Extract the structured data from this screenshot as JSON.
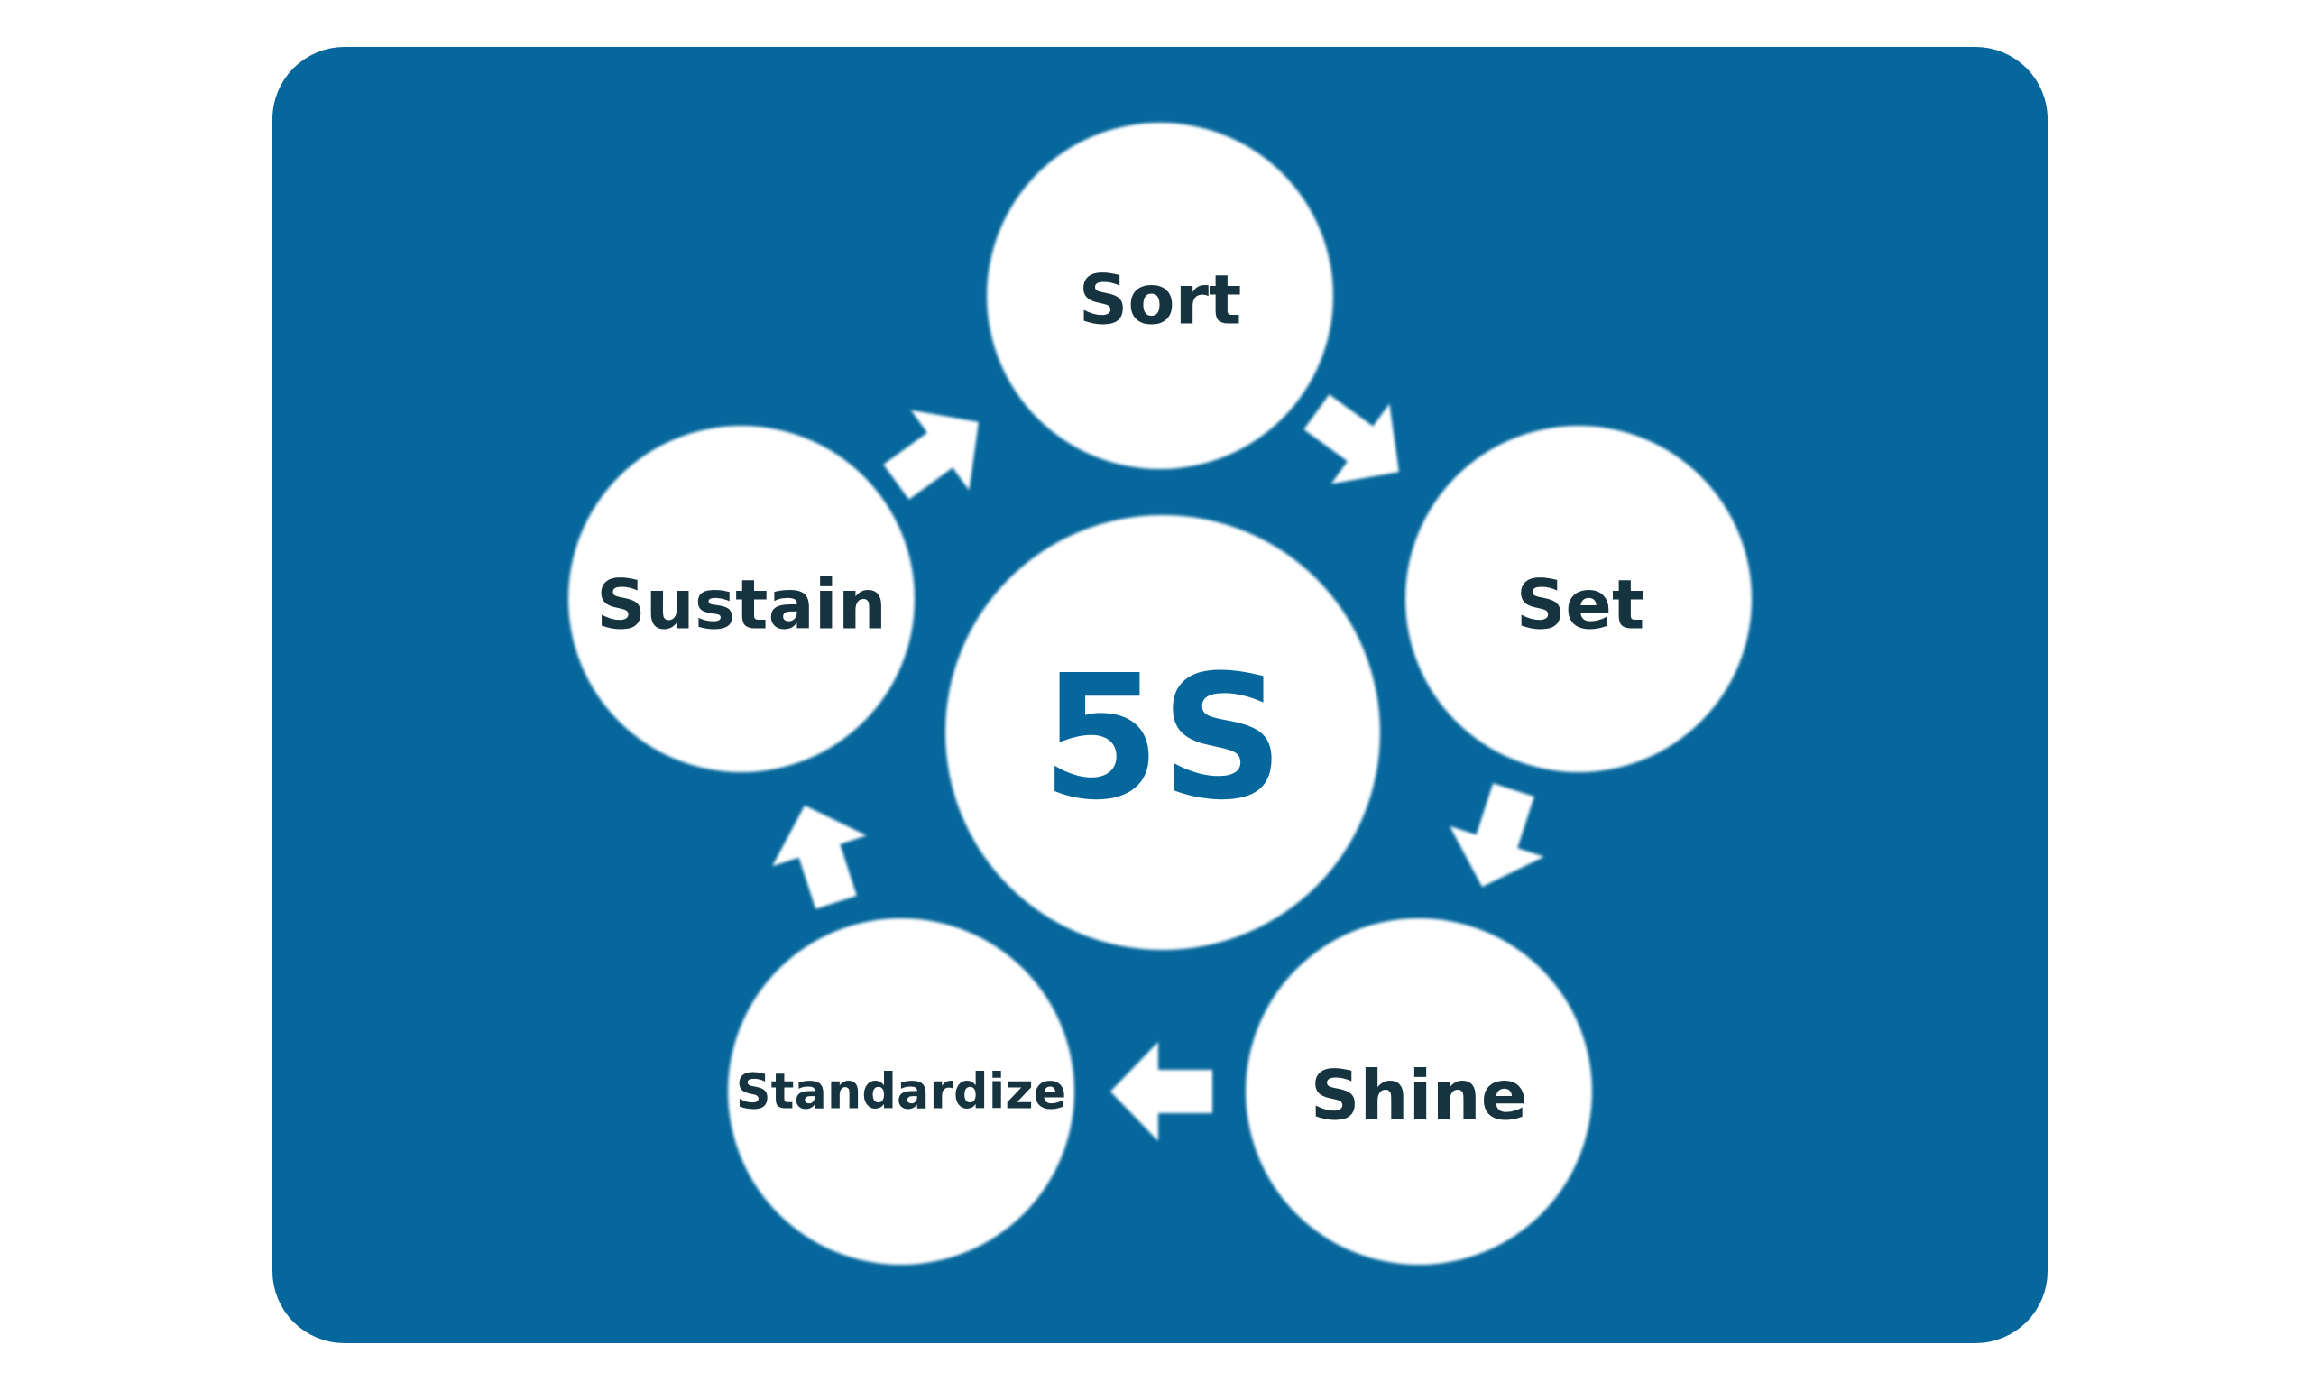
{
  "colors": {
    "panel": "#05679C",
    "label_text": "#16343f"
  },
  "center": {
    "label": "5S"
  },
  "steps": [
    {
      "label": "Sort"
    },
    {
      "label": "Set"
    },
    {
      "label": "Shine"
    },
    {
      "label": "Standardize"
    },
    {
      "label": "Sustain"
    }
  ]
}
